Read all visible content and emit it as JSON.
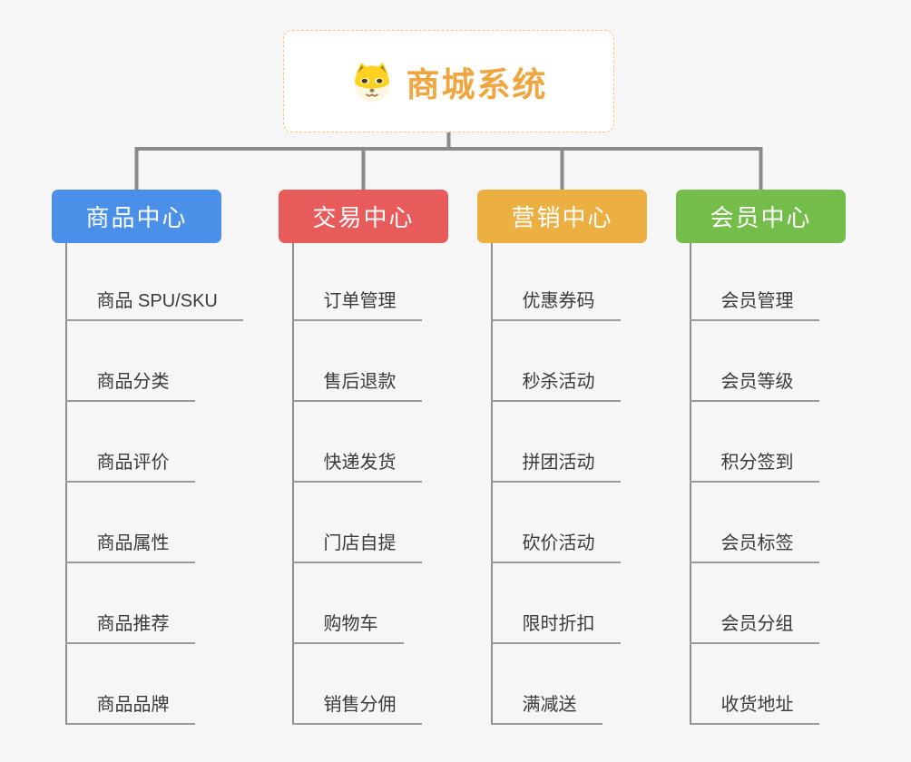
{
  "root": {
    "title": "商城系统",
    "icon": "dog-face-icon",
    "text_color": "#f0a63f",
    "border_color": "#f0c584"
  },
  "connector_color": "#8a8a8a",
  "underline_color": "#9a9a9a",
  "branches": [
    {
      "label": "商品中心",
      "color": "#4a90e8",
      "children": [
        "商品 SPU/SKU",
        "商品分类",
        "商品评价",
        "商品属性",
        "商品推荐",
        "商品品牌"
      ]
    },
    {
      "label": "交易中心",
      "color": "#e85b5b",
      "children": [
        "订单管理",
        "售后退款",
        "快递发货",
        "门店自提",
        "购物车",
        "销售分佣"
      ]
    },
    {
      "label": "营销中心",
      "color": "#ecaf42",
      "children": [
        "优惠券码",
        "秒杀活动",
        "拼团活动",
        "砍价活动",
        "限时折扣",
        "满减送"
      ]
    },
    {
      "label": "会员中心",
      "color": "#74bd4b",
      "children": [
        "会员管理",
        "会员等级",
        "积分签到",
        "会员标签",
        "会员分组",
        "收货地址"
      ]
    }
  ]
}
